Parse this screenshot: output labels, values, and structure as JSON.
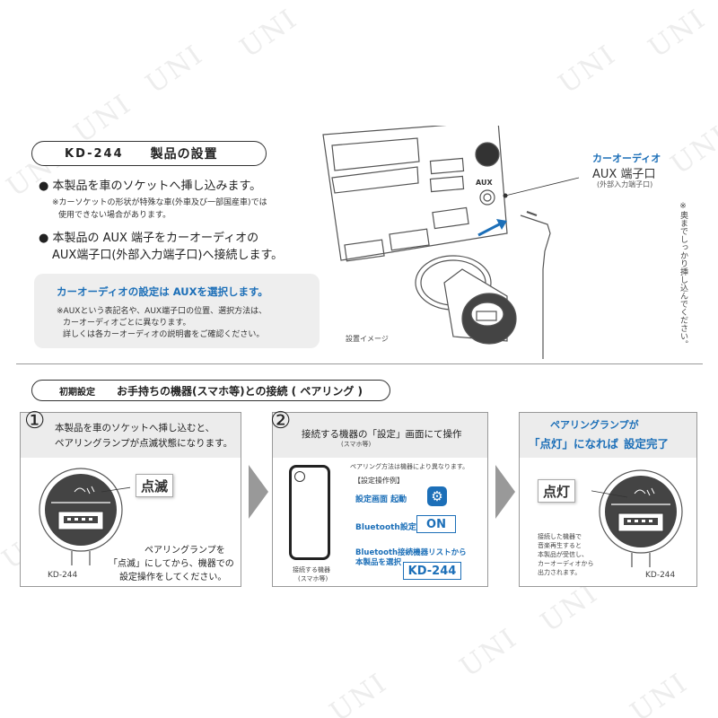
{
  "watermark": "UNI",
  "header": {
    "model": "KD-244",
    "title": "製品の設置"
  },
  "install": {
    "bullet1": "● 本製品を車のソケットへ挿し込みます。",
    "note1_line1": "※カーソケットの形状が特殊な車(外車及び一部国産車)では",
    "note1_line2": "使用できない場合があります。",
    "bullet2_line1": "● 本製品の AUX 端子をカーオーディオの",
    "bullet2_line2": "AUX端子口(外部入力端子口)へ接続します。",
    "info_title": "カーオーディオの設定は AUXを選択します。",
    "info_line1": "※AUXという表記名や、AUX端子口の位置、選択方法は、",
    "info_line2": "カーオーディオごとに異なります。",
    "info_line3": "詳しくは各カーオーディオの説明書をご確認ください。"
  },
  "illustration": {
    "audio_label": "カーオーディオ",
    "aux_label": "AUX 端子口",
    "aux_sub": "(外部入力端子口)",
    "aux_panel_text": "AUX",
    "caption": "設置イメージ",
    "vertical_note": "※奥までしっかり挿し込んでください。"
  },
  "setup": {
    "label1": "初期設定",
    "label2": "お手持ちの機器(スマホ等)との接続 ( ペアリング )"
  },
  "step1": {
    "number": "①",
    "line1": "本製品を車のソケットへ挿し込むと、",
    "line2": "ペアリングランプが点滅状態になります。",
    "lamp": "点滅",
    "desc1": "ペアリングランプを",
    "desc2": "「点滅」にしてから、機器での",
    "desc3": "設定操作をしてください。",
    "model": "KD-244"
  },
  "step2": {
    "number": "②",
    "title": "接続する機器の「設定」画面にて操作",
    "title_sub": "(スマホ等)",
    "pairing_note": "ペアリング方法は機器により異なります。",
    "example": "【設定操作例】",
    "settings_label": "設定画面 起動",
    "bluetooth_label": "Bluetooth設定",
    "on_value": "ON",
    "list_line1": "Bluetooth接続機器リストから",
    "list_line2": "本製品を選択",
    "model_value": "KD-244",
    "phone_caption1": "接続する機器",
    "phone_caption2": "(スマホ等)"
  },
  "step3": {
    "line1": "ペアリングランプが",
    "line2a": "「点灯」になれば",
    "line2b": "設定完了",
    "lamp": "点灯",
    "desc1": "接続した機器で",
    "desc2": "音楽再生すると",
    "desc3": "本製品が受信し、",
    "desc4": "カーオーディオから",
    "desc5": "出力されます。",
    "model": "KD-244"
  },
  "colors": {
    "accent": "#1c6fb8",
    "panel_head": "#ececec",
    "info_bg": "#eeeeee"
  }
}
